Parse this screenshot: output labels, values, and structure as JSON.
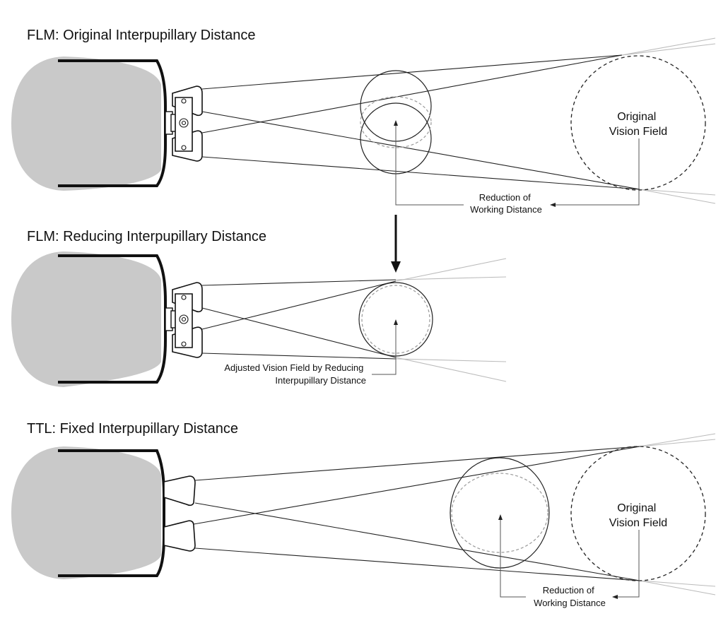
{
  "panels": {
    "flm_original": {
      "title": "FLM: Original Interpupillary Distance",
      "field_label": [
        "Original",
        "Vision Field"
      ],
      "callout": [
        "Reduction of",
        "Working Distance"
      ]
    },
    "flm_reduced": {
      "title": "FLM: Reducing Interpupillary Distance",
      "callout": [
        "Adjusted Vision Field by Reducing",
        "Interpupillary Distance"
      ]
    },
    "ttl_fixed": {
      "title": "TTL: Fixed Interpupillary Distance",
      "field_label": [
        "Original",
        "Vision Field"
      ],
      "callout": [
        "Reduction of",
        "Working Distance"
      ]
    }
  },
  "colors": {
    "head": "#c9c9c9",
    "line": "#111111",
    "faded_ray": "#bbbbbb",
    "dashed_circle": "#999999"
  }
}
